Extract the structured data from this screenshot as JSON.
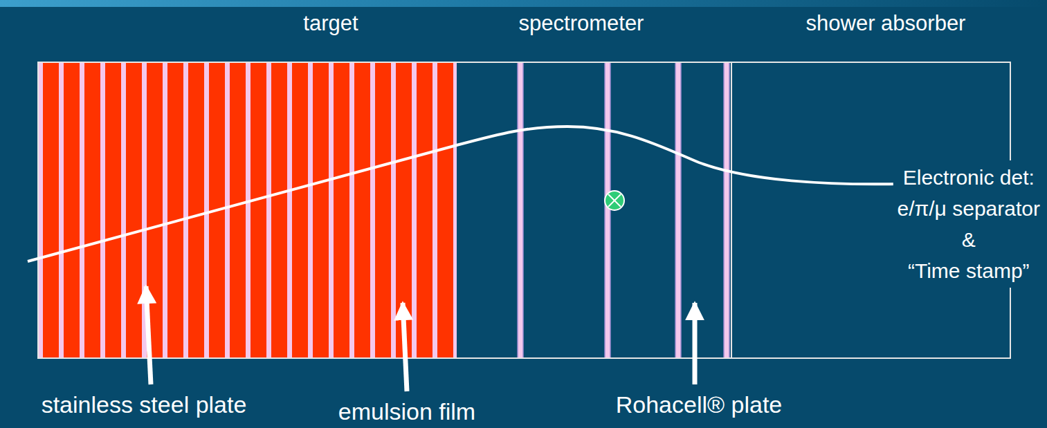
{
  "diagram": {
    "nodes": [
      {
        "text": [
          "target"
        ]
      },
      {
        "text": [
          "spectrometer"
        ]
      },
      {
        "text": [
          "shower absorber",
          "Electronic det: e/π/μ separator & “Time stamp”"
        ]
      }
    ],
    "labels": [
      "stainless steel plate",
      "emulsion film",
      "Rohacell® plate"
    ]
  }
}
